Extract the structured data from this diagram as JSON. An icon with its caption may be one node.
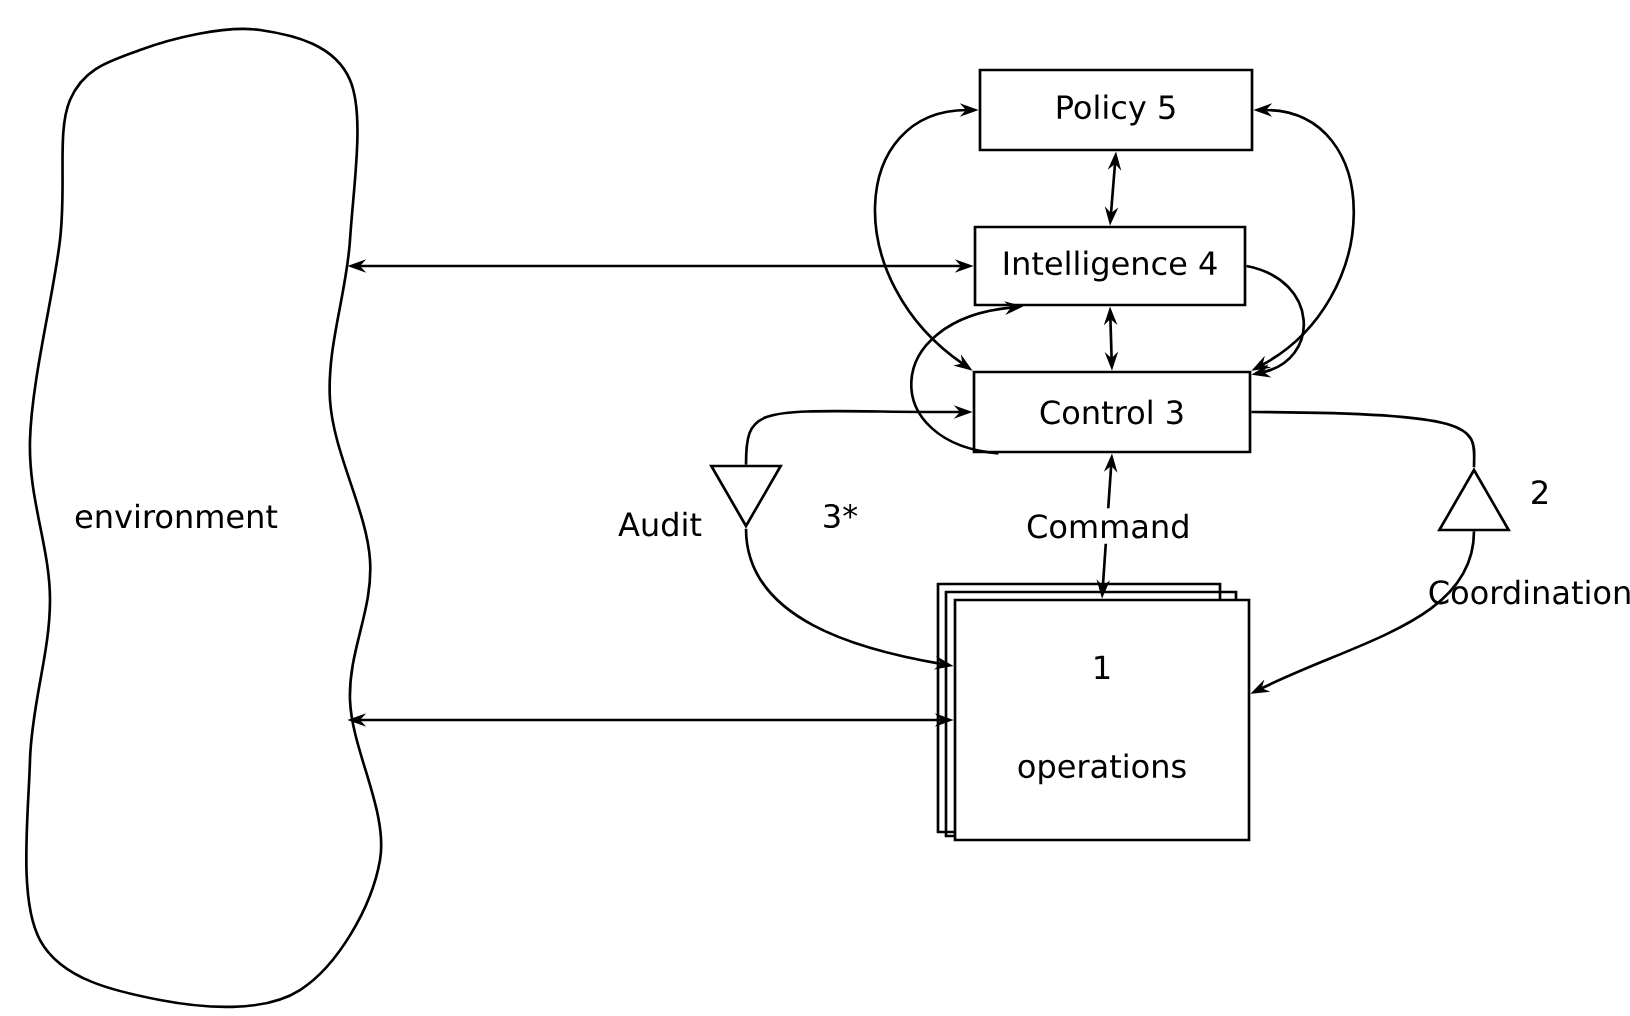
{
  "diagram": {
    "nodes": [
      {
        "text": [
          "environment"
        ]
      },
      {
        "text": [
          "Policy 5"
        ]
      },
      {
        "text": [
          "Intelligence 4"
        ]
      },
      {
        "text": [
          "Control 3"
        ]
      },
      {
        "text": [
          "1",
          "operations"
        ]
      },
      {
        "text": [],
        "shape": "triangle",
        "beside": [
          "Audit",
          "3*"
        ]
      },
      {
        "text": [],
        "shape": "triangle",
        "beside": [
          "2",
          "Coordination"
        ]
      }
    ],
    "edges": [
      {
        "from": 0,
        "to": 2,
        "arrow": "both"
      },
      {
        "from": 0,
        "to": 4,
        "arrow": "both"
      },
      {
        "from": 1,
        "to": 2,
        "arrow": "both"
      },
      {
        "from": 2,
        "to": 3,
        "arrow": "both"
      },
      {
        "from": 3,
        "to": 4,
        "arrow": "both",
        "label": "Command"
      },
      {
        "from": 1,
        "to": 3,
        "arrow": "both"
      },
      {
        "from": 3,
        "to": 2,
        "arrow": "to"
      },
      {
        "from": 1,
        "to": 3,
        "arrow": "both"
      },
      {
        "from": 2,
        "to": 3,
        "arrow": "to"
      },
      {
        "from": 5,
        "to": 3,
        "arrow": "to"
      },
      {
        "from": 5,
        "to": 4,
        "arrow": "to"
      },
      {
        "from": 3,
        "to": 6,
        "arrow": "none"
      },
      {
        "from": 6,
        "to": 4,
        "arrow": "to"
      }
    ]
  }
}
